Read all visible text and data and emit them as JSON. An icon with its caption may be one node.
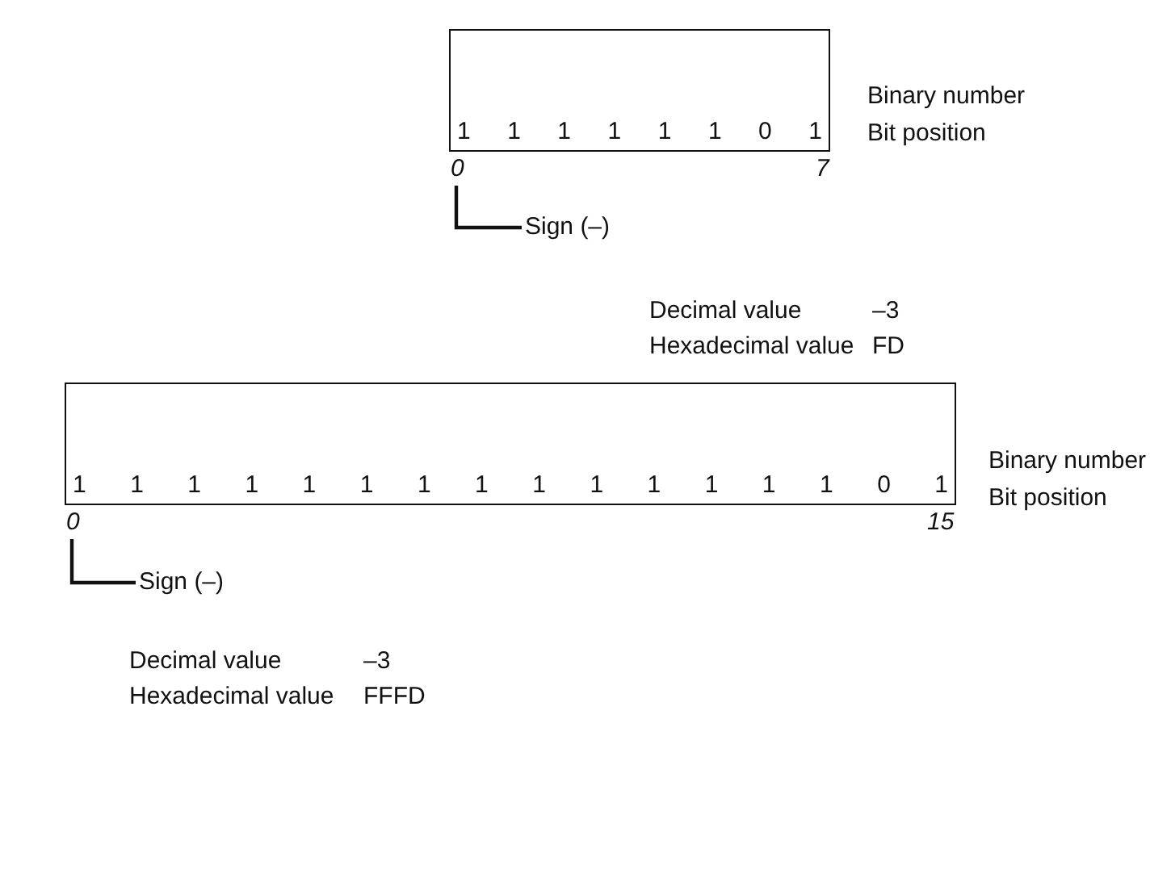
{
  "diagram": {
    "nodes": [
      {
        "text": [
          "1 1 1 1 1 1 0 1"
        ]
      },
      {
        "text": [
          "0"
        ]
      },
      {
        "text": [
          "Sign (–)"
        ]
      },
      {
        "text": [
          "1 1 1 1 1 1 1 1 1 1 1 1 1 1 0 1"
        ]
      },
      {
        "text": [
          "0"
        ]
      },
      {
        "text": [
          "Sign (–)"
        ]
      }
    ],
    "edges": [
      {
        "from": 2,
        "to": 1,
        "arrow": "none"
      },
      {
        "from": 5,
        "to": 4,
        "arrow": "none"
      }
    ],
    "labels": [
      "Binary number",
      "7",
      "Bit position",
      "Decimal value",
      "–3",
      "Hexadecimal value",
      "FD",
      "Binary number",
      "15",
      "Bit position",
      "Decimal value",
      "–3",
      "Hexadecimal value",
      "FFFD"
    ]
  }
}
